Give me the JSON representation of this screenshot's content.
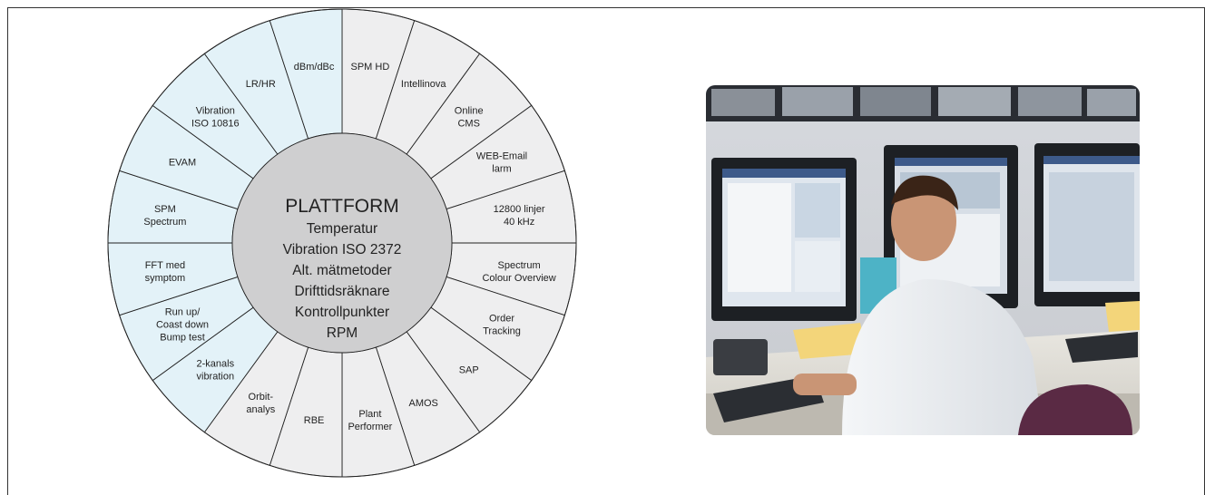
{
  "center": {
    "title": "PLATTFORM",
    "lines": [
      "Temperatur",
      "Vibration ISO 2372",
      "Alt. mätmetoder",
      "Drifttidsräknare",
      "Kontrollpunkter",
      "RPM"
    ]
  },
  "segments": [
    {
      "lines": [
        "SPM HD"
      ],
      "style": "gray"
    },
    {
      "lines": [
        "Intellinova"
      ],
      "style": "gray"
    },
    {
      "lines": [
        "Online",
        "CMS"
      ],
      "style": "gray"
    },
    {
      "lines": [
        "WEB-Email",
        "larm"
      ],
      "style": "gray"
    },
    {
      "lines": [
        "12800 linjer",
        "40 kHz"
      ],
      "style": "gray"
    },
    {
      "lines": [
        "Spectrum",
        "Colour Overview"
      ],
      "style": "gray"
    },
    {
      "lines": [
        "Order",
        "Tracking"
      ],
      "style": "gray"
    },
    {
      "lines": [
        "SAP"
      ],
      "style": "gray"
    },
    {
      "lines": [
        "AMOS"
      ],
      "style": "gray"
    },
    {
      "lines": [
        "Plant",
        "Performer"
      ],
      "style": "gray"
    },
    {
      "lines": [
        "RBE"
      ],
      "style": "gray"
    },
    {
      "lines": [
        "Orbit-",
        "analys"
      ],
      "style": "gray"
    },
    {
      "lines": [
        "2-kanals",
        "vibration"
      ],
      "style": "blue"
    },
    {
      "lines": [
        "Run up/",
        "Coast down",
        "Bump test"
      ],
      "style": "blue"
    },
    {
      "lines": [
        "FFT med",
        "symptom"
      ],
      "style": "blue"
    },
    {
      "lines": [
        "SPM",
        "Spectrum"
      ],
      "style": "blue"
    },
    {
      "lines": [
        "EVAM"
      ],
      "style": "blue"
    },
    {
      "lines": [
        "Vibration",
        "ISO 10816"
      ],
      "style": "blue"
    },
    {
      "lines": [
        "LR/HR"
      ],
      "style": "blue"
    },
    {
      "lines": [
        "dBm/dBc"
      ],
      "style": "blue"
    }
  ],
  "colors": {
    "gray_segment": "#eeeeef",
    "blue_segment": "#e3f2f8",
    "center_fill": "#cfcfd0",
    "stroke": "#222222"
  },
  "photo": {
    "description_icon": "control-room-photo-icon"
  }
}
